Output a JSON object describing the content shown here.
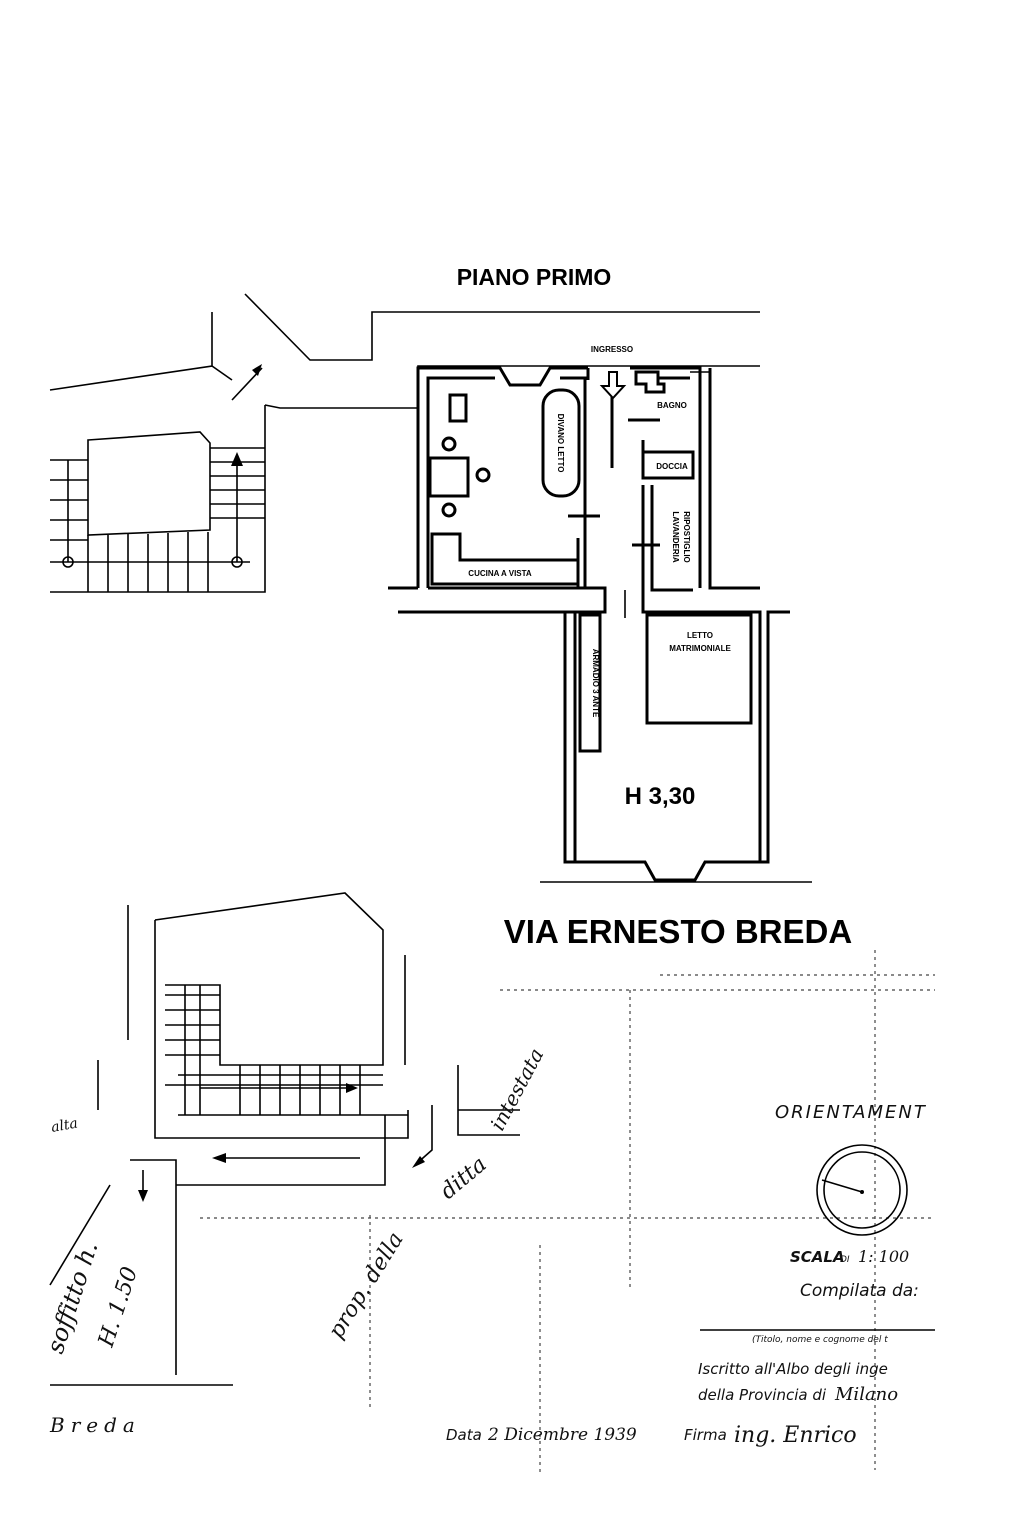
{
  "plan": {
    "title": "PIANO PRIMO",
    "street": "VIA ERNESTO BREDA",
    "height_label": "H 3,30",
    "rooms": {
      "ingresso": "INGRESSO",
      "bagno": "BAGNO",
      "doccia": "DOCCIA",
      "divano_letto": "DIVANO LETTO",
      "ripostiglio": "RIPOSTIGLIO",
      "lavanderia": "LAVANDERIA",
      "cucina": "CUCINA A VISTA",
      "armadio": "ARMADIO 3 ANTE",
      "letto_line1": "LETTO",
      "letto_line2": "MATRIMONIALE"
    }
  },
  "old_drawing": {
    "handwritten": {
      "prop_della": "prop. della",
      "ditta": "ditta",
      "intestata": "intestata",
      "soffitto": "soffitto h.",
      "h150": "H. 1.50",
      "breda": "Breda",
      "alta": "alta"
    },
    "form": {
      "orientamento": "ORIENTAMENT",
      "scala_label": "SCALA",
      "scala_di": "DI",
      "scala_value": "1: 100",
      "compilata": "Compilata da:",
      "titolo_note": "(Titolo, nome e cognome del t",
      "iscritto": "Iscritto all'Albo degli inge",
      "provincia": "della Provincia di",
      "provincia_value": "Milano",
      "data_label": "Data",
      "data_value": "2 Dicembre 1939",
      "firma_label": "Firma",
      "firma_value": "ing. Enrico"
    }
  },
  "colors": {
    "ink": "#000000",
    "paper": "#ffffff"
  }
}
